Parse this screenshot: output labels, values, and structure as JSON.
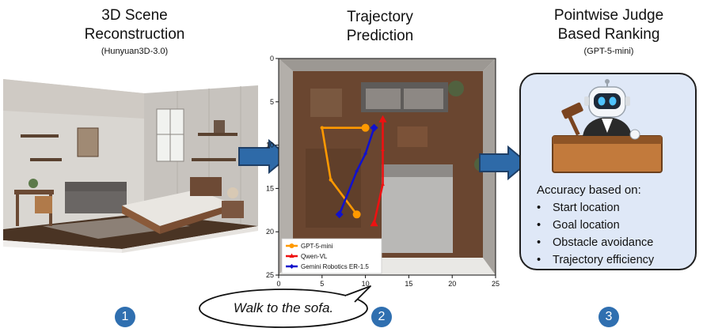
{
  "panels": {
    "scene": {
      "title_line1": "3D Scene",
      "title_line2": "Reconstruction",
      "subtitle": "(Hunyuan3D-3.0)",
      "step": "1"
    },
    "trajectory": {
      "title_line1": "Trajectory",
      "title_line2": "Prediction",
      "step": "2"
    },
    "judge": {
      "title_line1": "Pointwise Judge",
      "title_line2": "Based Ranking",
      "subtitle": "(GPT-5-mini)",
      "step": "3",
      "criteria_title": "Accuracy based on:",
      "criteria": [
        "Start location",
        "Goal location",
        "Obstacle avoidance",
        "Trajectory efficiency"
      ]
    }
  },
  "instruction": "Walk to the sofa.",
  "colors": {
    "arrow": "#2e6aa8",
    "judge_bg": "#dfe8f7",
    "step_circle": "#2f6fb0"
  },
  "chart_data": {
    "type": "line",
    "xlim": [
      0,
      25
    ],
    "ylim": [
      25,
      0
    ],
    "x_ticks": [
      0,
      5,
      10,
      15,
      20,
      25
    ],
    "y_ticks": [
      0,
      5,
      10,
      15,
      20,
      25
    ],
    "legend_position": "bottom-left",
    "series": [
      {
        "name": "GPT-5-mini",
        "color": "#ff9900",
        "marker": "circle",
        "points": [
          [
            10.0,
            8.0
          ],
          [
            5.0,
            8.0
          ],
          [
            6.0,
            14.0
          ],
          [
            9.0,
            18.0
          ]
        ]
      },
      {
        "name": "Qwen-VL",
        "color": "#ee1111",
        "marker": "triangle",
        "points": [
          [
            12.0,
            7.0
          ],
          [
            12.0,
            10.5
          ],
          [
            12.0,
            14.5
          ],
          [
            11.0,
            19.0
          ]
        ]
      },
      {
        "name": "Gemini Robotics ER-1.5",
        "color": "#1111cc",
        "marker": "diamond",
        "points": [
          [
            11.0,
            8.0
          ],
          [
            10.0,
            11.0
          ],
          [
            9.0,
            13.0
          ],
          [
            7.0,
            18.0
          ]
        ]
      }
    ]
  }
}
